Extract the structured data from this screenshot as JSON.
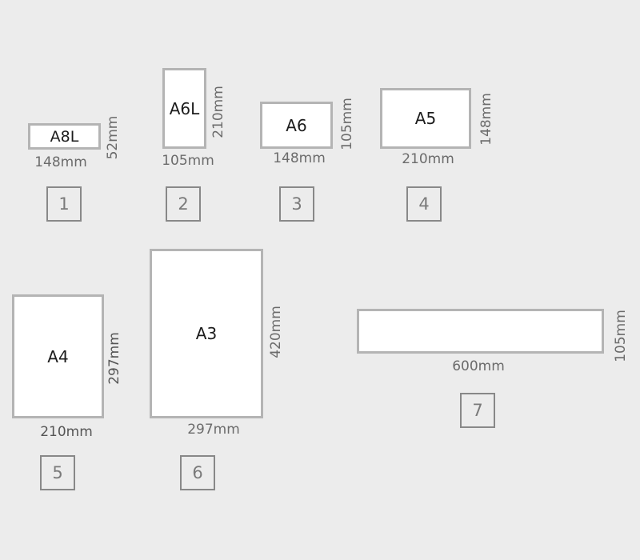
{
  "sizes": [
    {
      "name": "A8L",
      "width_label": "148mm",
      "height_label": "52mm",
      "number": "1"
    },
    {
      "name": "A6L",
      "width_label": "105mm",
      "height_label": "210mm",
      "number": "2"
    },
    {
      "name": "A6",
      "width_label": "148mm",
      "height_label": "105mm",
      "number": "3"
    },
    {
      "name": "A5",
      "width_label": "210mm",
      "height_label": "148mm",
      "number": "4"
    },
    {
      "name": "A4",
      "width_label": "210mm",
      "height_label": "297mm",
      "number": "5"
    },
    {
      "name": "A3",
      "width_label": "297mm",
      "height_label": "420mm",
      "number": "6"
    },
    {
      "name": "",
      "width_label": "600mm",
      "height_label": "105mm",
      "number": "7"
    }
  ],
  "colors": {
    "background": "#ececec",
    "paper_fill": "#ffffff",
    "paper_border": "#b4b4b4",
    "label_text": "#1c1c1c",
    "dimension_text": "#6b6b6b",
    "number_box_border": "#888888"
  }
}
